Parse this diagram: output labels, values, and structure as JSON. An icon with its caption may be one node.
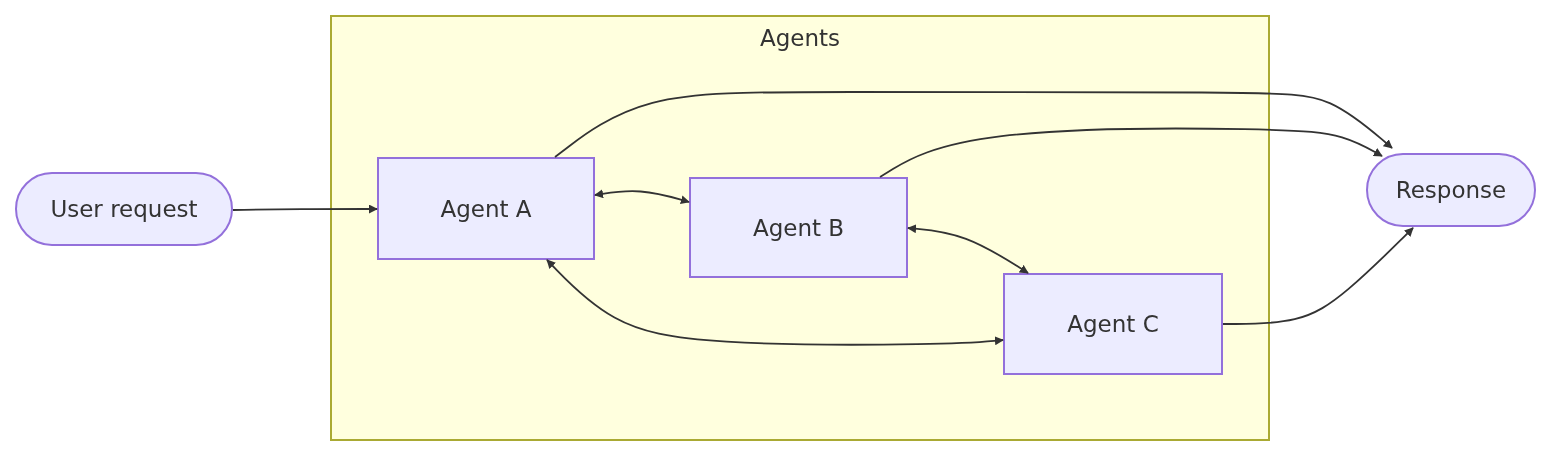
{
  "diagram": {
    "nodes": [
      {
        "text": [
          "User request"
        ]
      },
      {
        "text": [
          "Agents"
        ]
      },
      {
        "text": [
          "Agent A"
        ],
        "in": 1
      },
      {
        "text": [
          "Agent B"
        ],
        "in": 1
      },
      {
        "text": [
          "Agent C"
        ],
        "in": 1
      },
      {
        "text": [
          "Response"
        ]
      }
    ],
    "edges": [
      {
        "from": 0,
        "to": 2,
        "arrow": "to"
      },
      {
        "from": 2,
        "to": 3,
        "arrow": "both"
      },
      {
        "from": 3,
        "to": 4,
        "arrow": "both"
      },
      {
        "from": 2,
        "to": 4,
        "arrow": "both"
      },
      {
        "from": 2,
        "to": 5,
        "arrow": "to"
      },
      {
        "from": 3,
        "to": 5,
        "arrow": "to"
      },
      {
        "from": 4,
        "to": 5,
        "arrow": "to"
      }
    ]
  }
}
